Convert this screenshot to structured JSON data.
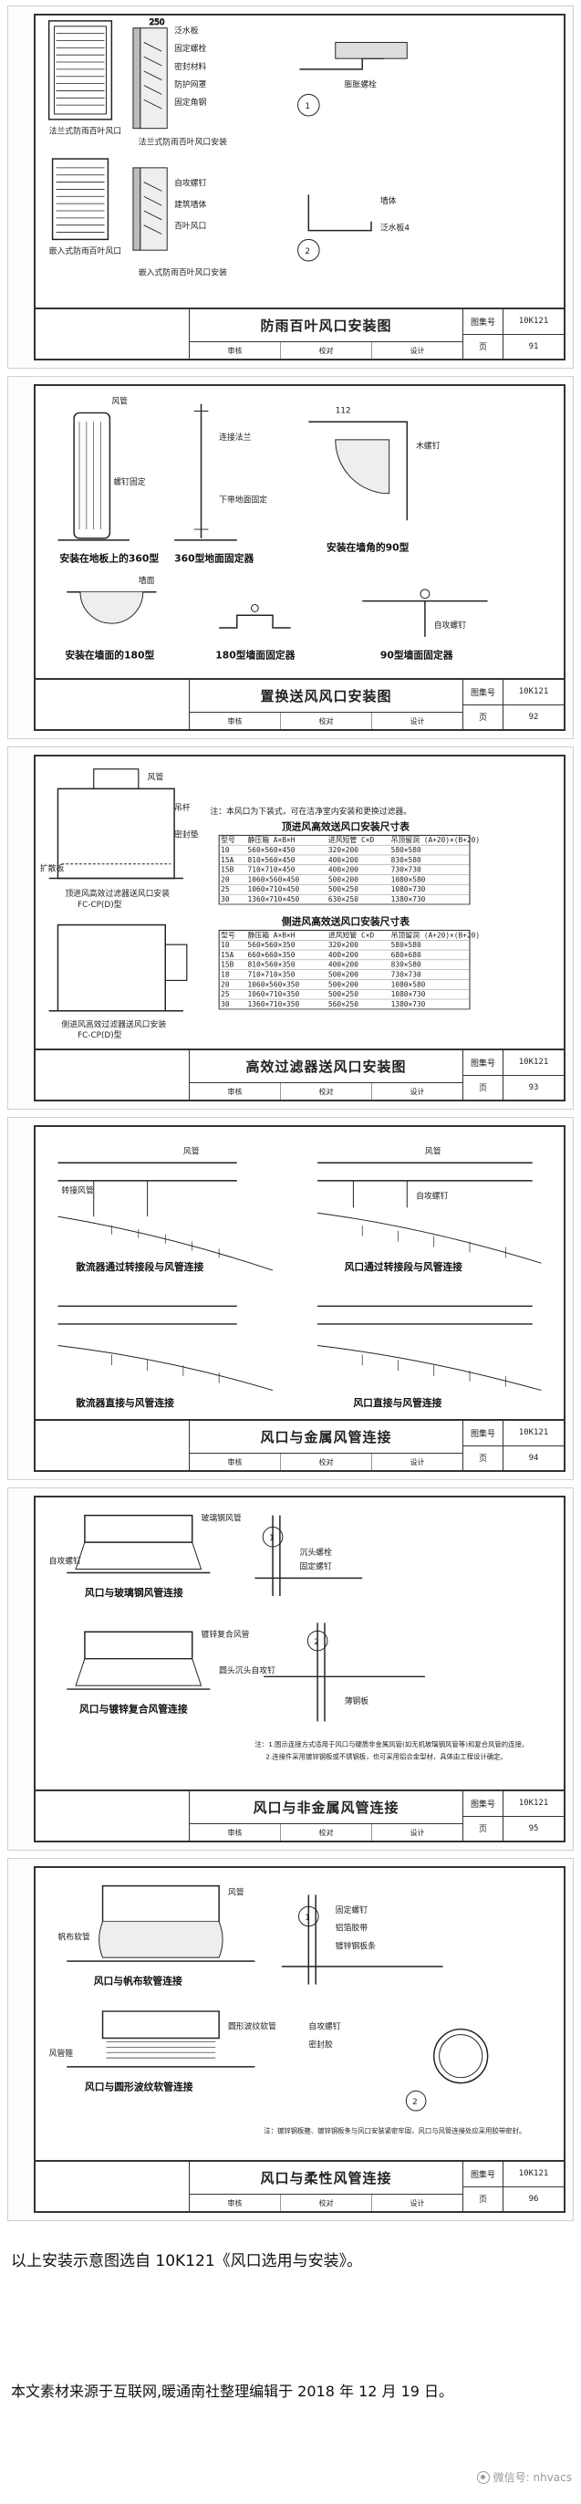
{
  "sheets": [
    {
      "title": "防雨百叶风口安装图",
      "atlas_label": "图集号",
      "atlas_no": "10K121",
      "page_label": "页",
      "page_no": "91",
      "signoff": [
        "审核",
        "校对",
        "设计"
      ],
      "labels": [
        "法兰式防雨百叶风口",
        "嵌入式防雨百叶风口",
        "法兰式防雨百叶风口安装",
        "嵌入式防雨百叶风口安装",
        "泛水板",
        "固定螺栓",
        "密封材料",
        "防护网罩",
        "固定角钢",
        "建筑墙体",
        "百叶风口",
        "自攻螺钉",
        "墙体",
        "泛水板4",
        "膨胀螺栓",
        "250",
        "1",
        "2"
      ]
    },
    {
      "title": "置换送风风口安装图",
      "atlas_label": "图集号",
      "atlas_no": "10K121",
      "page_label": "页",
      "page_no": "92",
      "signoff": [
        "审核",
        "校对",
        "设计"
      ],
      "labels": [
        "安装在地板上的360型",
        "360型地面固定器",
        "安装在墙角的90型",
        "安装在墙面的180型",
        "180型墙面固定器",
        "90型墙面固定器",
        "风管",
        "螺钉固定",
        "连接法兰",
        "下带地面固定",
        "自攻螺钉",
        "墙面",
        "木螺钉",
        "112"
      ]
    },
    {
      "title": "高效过滤器送风口安装图",
      "atlas_label": "图集号",
      "atlas_no": "10K121",
      "page_label": "页",
      "page_no": "93",
      "signoff": [
        "审核",
        "校对",
        "设计"
      ],
      "labels": [
        "顶进风高效过滤器送风口安装",
        "侧进风高效过滤器送风口安装",
        "FC-CP(D)型",
        "FC-CP(D)型",
        "注：本风口为下装式，可在洁净室内安装和更换过滤器。",
        "顶进风高效送风口安装尺寸表",
        "侧进风高效送风口安装尺寸表",
        "风管",
        "密封垫",
        "扩散板",
        "吊杆"
      ],
      "table_top": {
        "headers": [
          "型号",
          "静压箱 A×B×H",
          "进风短管 C×D",
          "吊顶留洞 (A+20)×(B+20)"
        ],
        "rows": [
          [
            "10",
            "560×560×450",
            "320×200",
            "580×580"
          ],
          [
            "15A",
            "810×560×450",
            "400×200",
            "830×580"
          ],
          [
            "15B",
            "710×710×450",
            "400×200",
            "730×730"
          ],
          [
            "20",
            "1060×560×450",
            "500×200",
            "1080×580"
          ],
          [
            "25",
            "1060×710×450",
            "500×250",
            "1080×730"
          ],
          [
            "30",
            "1360×710×450",
            "630×250",
            "1380×730"
          ]
        ]
      },
      "table_side": {
        "headers": [
          "型号",
          "静压箱 A×B×H",
          "进风短管 C×D",
          "吊顶留洞 (A+20)×(B+20)"
        ],
        "rows": [
          [
            "10",
            "560×560×350",
            "320×200",
            "580×580"
          ],
          [
            "15A",
            "660×660×350",
            "400×200",
            "680×680"
          ],
          [
            "15B",
            "810×560×350",
            "400×200",
            "830×580"
          ],
          [
            "18",
            "710×710×350",
            "500×200",
            "730×730"
          ],
          [
            "20",
            "1060×560×350",
            "500×200",
            "1080×580"
          ],
          [
            "25",
            "1060×710×350",
            "500×250",
            "1080×730"
          ],
          [
            "30",
            "1360×710×350",
            "560×250",
            "1380×730"
          ]
        ]
      }
    },
    {
      "title": "风口与金属风管连接",
      "atlas_label": "图集号",
      "atlas_no": "10K121",
      "page_label": "页",
      "page_no": "94",
      "signoff": [
        "审核",
        "校对",
        "设计"
      ],
      "labels": [
        "散流器通过转接段与风管连接",
        "风口通过转接段与风管连接",
        "散流器直接与风管连接",
        "风口直接与风管连接",
        "风管",
        "转接风管",
        "自攻螺钉"
      ]
    },
    {
      "title": "风口与非金属风管连接",
      "atlas_label": "图集号",
      "atlas_no": "10K121",
      "page_label": "页",
      "page_no": "95",
      "signoff": [
        "审核",
        "校对",
        "设计"
      ],
      "labels": [
        "风口与玻璃钢风管连接",
        "风口与镀锌复合风管连接",
        "玻璃钢风管",
        "镀锌复合风管",
        "自攻螺钉",
        "沉头螺栓",
        "固定螺钉",
        "圆头沉头自攻钉",
        "薄钢板",
        "1",
        "2",
        "注：1.图示连接方式适用于风口与硬质非金属风管(如无机玻璃钢风管等)和复合风管的连接。",
        "2.连接件采用镀锌钢板或不锈钢板，也可采用铝合金型材，具体由工程设计确定。"
      ]
    },
    {
      "title": "风口与柔性风管连接",
      "atlas_label": "图集号",
      "atlas_no": "10K121",
      "page_label": "页",
      "page_no": "96",
      "signoff": [
        "审核",
        "校对",
        "设计"
      ],
      "labels": [
        "风口与帆布软管连接",
        "风口与圆形波纹软管连接",
        "风管",
        "帆布软管",
        "固定螺钉",
        "铝箔胶带",
        "镀锌钢板条",
        "圆形波纹软管",
        "风管箍",
        "自攻螺钉",
        "密封胶",
        "1",
        "2",
        "注：镀锌钢板箍、镀锌钢板条与风口安装紧密牢固，风口与风管连接处应采用胶带密封。"
      ]
    }
  ],
  "footer": {
    "source_line": "以上安装示意图选自 10K121《风口选用与安装》。",
    "note_line": "本文素材来源于互联网,暖通南社整理编辑于 2018 年 12 月 19 日。",
    "watermark": "微信号: nhvacs"
  }
}
